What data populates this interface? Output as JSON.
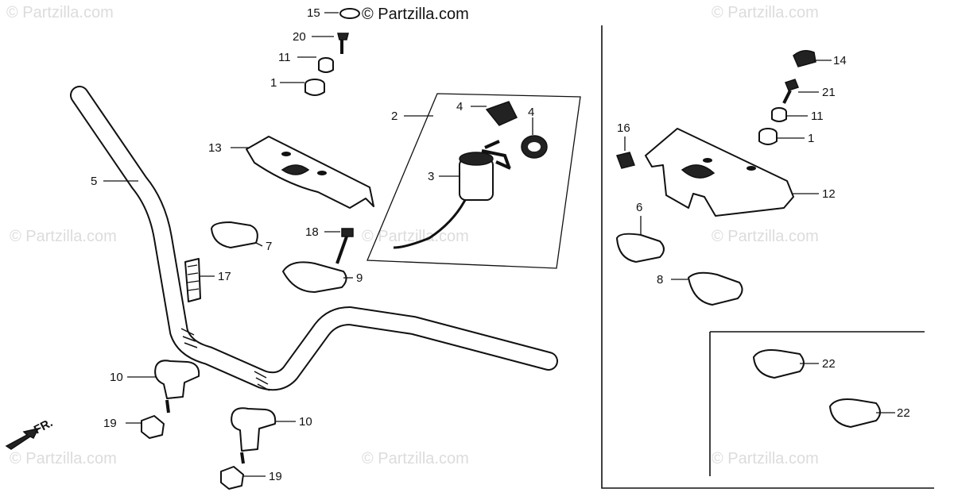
{
  "watermark_top": "© Partzilla.com",
  "watermark_repeat": "© Partzilla.com",
  "direction_label": "FR.",
  "callouts": {
    "c15": "15",
    "c20": "20",
    "c11a": "11",
    "c1a": "1",
    "c2": "2",
    "c4a": "4",
    "c4b": "4",
    "c3": "3",
    "c13": "13",
    "c5": "5",
    "c7": "7",
    "c18": "18",
    "c9": "9",
    "c17": "17",
    "c10a": "10",
    "c19a": "19",
    "c10b": "10",
    "c19b": "19",
    "c14": "14",
    "c21": "21",
    "c11b": "11",
    "c1b": "1",
    "c16": "16",
    "c12": "12",
    "c6": "6",
    "c8": "8",
    "c22a": "22",
    "c22b": "22"
  },
  "colors": {
    "ink": "#111111",
    "watermark": "#dcdcdc",
    "background": "#ffffff"
  }
}
